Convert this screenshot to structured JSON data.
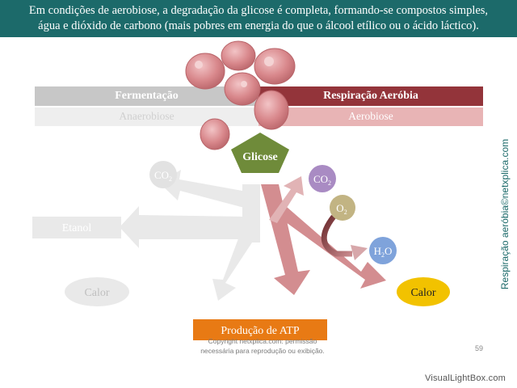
{
  "banner": {
    "line1": "Em condições de aerobiose, a degradação da glicose é completa, formando-se compostos simples,",
    "line2": "água e dióxido de carbono (mais pobres em energia do que o álcool etílico ou o ácido láctico)."
  },
  "header": {
    "fermentacao": "Fermentação",
    "respiracao": "Respiração Aeróbia",
    "anaerobiose": "Anaerobiose",
    "aerobiose": "Aerobiose"
  },
  "diagram": {
    "glicose": "Glicose",
    "co2_left": "CO",
    "co2_right": "CO",
    "co2_sub": "2",
    "o2": "O",
    "o2_sub": "2",
    "h2o_h": "H",
    "h2o_sub": "2",
    "h2o_o": "O",
    "etanol": "Etanol",
    "calor_left": "Calor",
    "calor_right": "Calor",
    "atp": "Produção de ATP"
  },
  "side_label": "Respiração aeróbia©netxplica.com",
  "copyright": {
    "line1": "Copyright netxplica.com: permissão",
    "line2": "necessária para reprodução ou exibição."
  },
  "page_number": "59",
  "watermark": "VisualLightBox.com",
  "colors": {
    "banner": "#1c6a6a",
    "respiracao_dark": "#93343a",
    "respiracao_light": "#e8b4b5",
    "fermentacao_dark": "#c7c7c7",
    "fermentacao_light": "#eeeeee",
    "glicose": "#6f8b3a",
    "co2_purple": "#a98bc3",
    "o2_olive": "#c2b483",
    "h2o_blue": "#7fa3db",
    "calor_yellow": "#f2c200",
    "atp_orange": "#e87a14"
  }
}
